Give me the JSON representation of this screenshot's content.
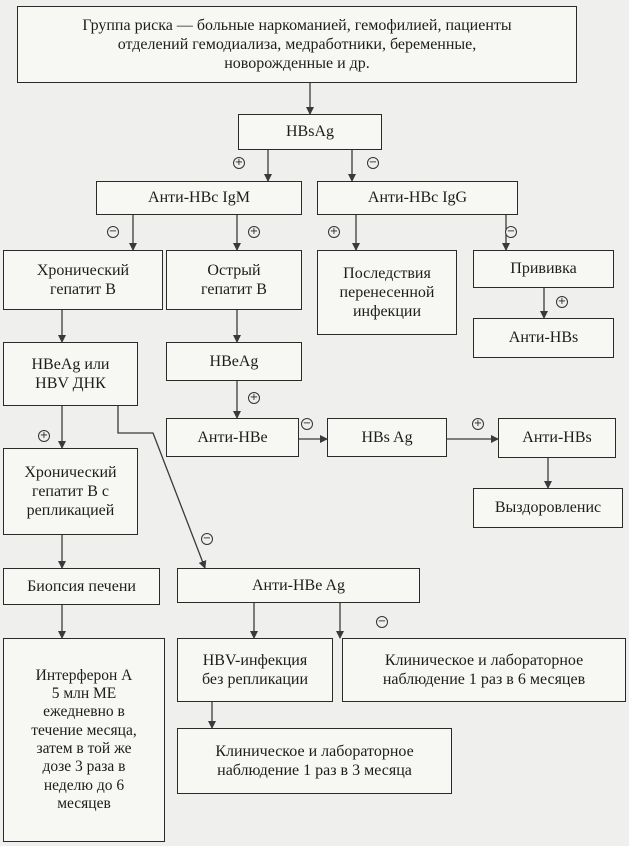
{
  "nodes": {
    "risk_group": "Группа риска — больные наркоманией, гемофилией, пациенты\nотделений гемодиализа, медработники, беременные,\nноворожденные и др.",
    "hbsag": "HBsAg",
    "anti_hbc_igm": "Анти-HBc IgM",
    "anti_hbc_igg": "Анти-HBc IgG",
    "chronic_hep_b": "Хронический\nгепатит В",
    "acute_hep_b": "Острый\nгепатит В",
    "past_infection": "Последствия\nперенесенной\nинфекции",
    "vaccination": "Прививка",
    "anti_hbs_vaccine": "Анти-HBs",
    "hbeag_or_dna": "HBeAg или\nHBV ДНК",
    "hbeag": "HBeAg",
    "anti_hbe": "Анти-HBe",
    "hbs_ag_2": "HBs Ag",
    "anti_hbs_2": "Анти-HBs",
    "recovery": "Выздоровленис",
    "chronic_replication": "Хронический\nгепатит В с\nрепликацией",
    "liver_biopsy": "Биопсия печени",
    "interferon": "Интерферон А\n5 млн МЕ\nежедневно в\nтечение месяца,\nзатем в той же\nдозе 3 раза в\nнеделю до 6\nмесяцев",
    "anti_hbe_ag": "Анти-HBe Ag",
    "hbv_no_replication": "HBV-инфекция\nбез репликации",
    "monitor_6_months": "Клиническое и лабораторное\nнаблюдение 1 раз в 6 месяцев",
    "monitor_3_months": "Клиническое и лабораторное\nнаблюдение 1 раз в 3 месяца"
  },
  "signs": {
    "positive": "+",
    "negative": "−"
  },
  "colors": {
    "line": "#3a3a3a",
    "box_border": "#2a2a2a",
    "box_fill": "#f7f7f4",
    "background": "#efefed"
  }
}
